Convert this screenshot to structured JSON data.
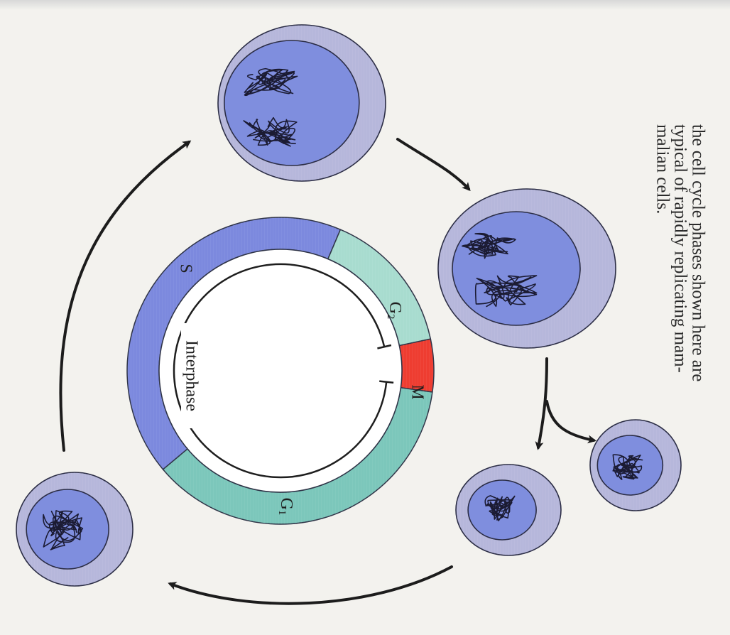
{
  "caption": {
    "lines": [
      "the cell cycle phases shown here are",
      "typical of rapidly replicating mam-",
      "malian cells."
    ]
  },
  "phases": [
    {
      "id": "M",
      "label": "M",
      "color": "#ee3d31"
    },
    {
      "id": "G1",
      "label": "G",
      "subscript": "1",
      "color": "#7cc7bb"
    },
    {
      "id": "S",
      "label": "S",
      "color": "#7c89de"
    },
    {
      "id": "G2",
      "label": "G",
      "subscript": "2",
      "color": "#a8dccf"
    }
  ],
  "interphase_label": "Interphase",
  "colors": {
    "cell_cytoplasm": "#b6b7db",
    "cell_nucleus": "#7f8ede",
    "chromatin": "#1b1b33",
    "arrow": "#1c1c1c"
  },
  "cells": [
    {
      "id": "g2-cell",
      "stage": "G2",
      "chromatin": "two masses"
    },
    {
      "id": "mitotic-cell",
      "stage": "M",
      "chromatin": "two masses"
    },
    {
      "id": "daughter-cell-1",
      "stage": "G1",
      "chromatin": "one mass"
    },
    {
      "id": "daughter-cell-2",
      "stage": "G1",
      "chromatin": "one mass"
    },
    {
      "id": "early-cell",
      "stage": "G1",
      "chromatin": "one mass"
    }
  ]
}
